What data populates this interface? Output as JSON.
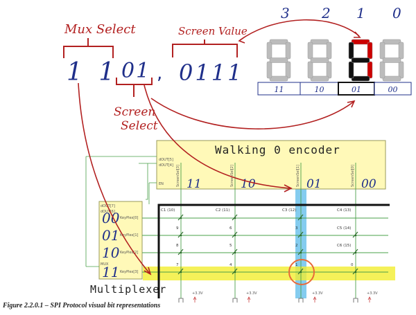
{
  "annotations": {
    "mux_select": "Mux Select",
    "screen_value": "Screen Value",
    "screen_select_line1": "Screen",
    "screen_select_line2": "Select",
    "bits_mux": "1 1",
    "bits_screen": "01",
    "bits_value": "0111",
    "digit_indices": [
      "3",
      "2",
      "1",
      "0"
    ],
    "digit_codes": [
      "11",
      "10",
      "01",
      "00"
    ],
    "highlighted_digit_index": 2
  },
  "encoder": {
    "title": "Walking 0 encoder",
    "pins_left": [
      "dOUT[5]",
      "dOUT[4]",
      "EN"
    ],
    "outputs": [
      "ScreenSel[3]",
      "ScreenSel[2]",
      "ScreenSel[1]",
      "ScreenSel[0]"
    ],
    "codes": [
      "11",
      "10",
      "01",
      "00"
    ]
  },
  "multiplexer": {
    "title": "Multiplexer",
    "pins_left": [
      "dOUT[7]",
      "dOUT[6]",
      "MUX"
    ],
    "codes": [
      "00",
      "01",
      "10",
      "11"
    ],
    "outputs": [
      "KeyPlex[0]",
      "KeyPlex[1]",
      "KeyPlex[2]",
      "KeyPlex[3]"
    ]
  },
  "matrix": {
    "col_labels": [
      "C1 (10)",
      "C2 (11)",
      "C3 (12)",
      "C4 (13)"
    ],
    "side_labels": [
      "C5 (14)",
      "C6 (15)"
    ],
    "key_numbers": [
      [
        "9",
        "6",
        "3"
      ],
      [
        "8",
        "5",
        "2"
      ],
      [
        "7",
        "4",
        "1",
        "0"
      ]
    ],
    "supply_label": "+3.3V"
  },
  "caption": "Figure 2.2.0.1 – SPI Protocol visual bit representations",
  "colors": {
    "ink_red": "#b22020",
    "ink_blue": "#1f2f8a",
    "segment_red": "#cc0000",
    "segment_grey": "#bcbcbc",
    "yellow_fill": "#fff9b8",
    "highlight_yellow": "#f2ee30",
    "highlight_blue": "#6ec3ec",
    "wire_green": "#4aa04a",
    "circle_orange": "#e86a3a"
  }
}
